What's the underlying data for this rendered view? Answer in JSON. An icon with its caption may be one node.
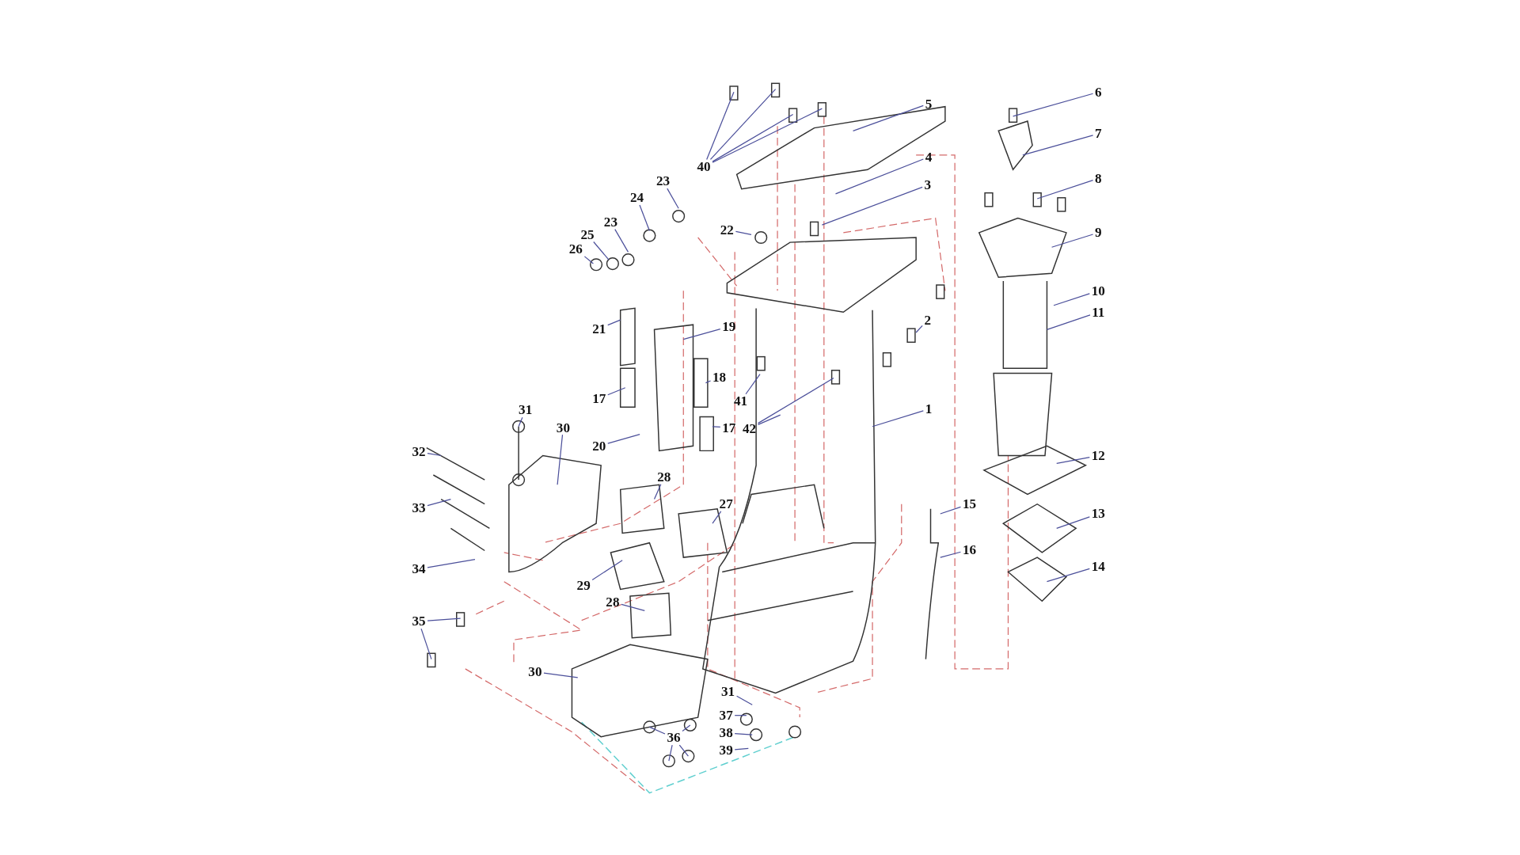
{
  "diagram": {
    "nodes": [
      {
        "text": [
          "40"
        ]
      },
      {
        "text": [
          "5"
        ]
      },
      {
        "text": [
          "4"
        ]
      },
      {
        "text": [
          "3"
        ]
      },
      {
        "text": [
          "6"
        ]
      },
      {
        "text": [
          "7"
        ]
      },
      {
        "text": [
          "8"
        ]
      },
      {
        "text": [
          "23"
        ]
      },
      {
        "text": [
          "24"
        ]
      },
      {
        "text": [
          "23"
        ]
      },
      {
        "text": [
          "25"
        ]
      },
      {
        "text": [
          "26"
        ]
      },
      {
        "text": [
          "22"
        ]
      },
      {
        "text": [
          "9"
        ]
      },
      {
        "text": [
          "10"
        ]
      },
      {
        "text": [
          "11"
        ]
      },
      {
        "text": [
          "2"
        ]
      },
      {
        "text": [
          "21"
        ]
      },
      {
        "text": [
          "19"
        ]
      },
      {
        "text": [
          "18"
        ]
      },
      {
        "text": [
          "17"
        ]
      },
      {
        "text": [
          "41"
        ]
      },
      {
        "text": [
          "1"
        ]
      },
      {
        "text": [
          "31"
        ]
      },
      {
        "text": [
          "30"
        ]
      },
      {
        "text": [
          "17"
        ]
      },
      {
        "text": [
          "42"
        ]
      },
      {
        "text": [
          "20"
        ]
      },
      {
        "text": [
          "32"
        ]
      },
      {
        "text": [
          "12"
        ]
      },
      {
        "text": [
          "28"
        ]
      },
      {
        "text": [
          "15"
        ]
      },
      {
        "text": [
          "27"
        ]
      },
      {
        "text": [
          "33"
        ]
      },
      {
        "text": [
          "13"
        ]
      },
      {
        "text": [
          "16"
        ]
      },
      {
        "text": [
          "14"
        ]
      },
      {
        "text": [
          "34"
        ]
      },
      {
        "text": [
          "29"
        ]
      },
      {
        "text": [
          "28"
        ]
      },
      {
        "text": [
          "35"
        ]
      },
      {
        "text": [
          "30"
        ]
      },
      {
        "text": [
          "31"
        ]
      },
      {
        "text": [
          "37"
        ]
      },
      {
        "text": [
          "38"
        ]
      },
      {
        "text": [
          "36"
        ]
      },
      {
        "text": [
          "39"
        ]
      }
    ],
    "edges": [
      {
        "from": 0,
        "to": null,
        "arrow": "none"
      },
      {
        "from": 0,
        "to": null,
        "arrow": "none"
      },
      {
        "from": 0,
        "to": null,
        "arrow": "none"
      },
      {
        "from": 0,
        "to": null,
        "arrow": "none"
      },
      {
        "from": 1,
        "to": null,
        "arrow": "none"
      },
      {
        "from": 2,
        "to": null,
        "arrow": "none"
      },
      {
        "from": 3,
        "to": null,
        "arrow": "none"
      },
      {
        "from": 4,
        "to": null,
        "arrow": "none"
      },
      {
        "from": 5,
        "to": null,
        "arrow": "none"
      },
      {
        "from": 6,
        "to": null,
        "arrow": "none"
      },
      {
        "from": 7,
        "to": null,
        "arrow": "none"
      },
      {
        "from": 8,
        "to": null,
        "arrow": "none"
      },
      {
        "from": 9,
        "to": null,
        "arrow": "none"
      },
      {
        "from": 10,
        "to": null,
        "arrow": "none"
      },
      {
        "from": 11,
        "to": null,
        "arrow": "none"
      },
      {
        "from": 12,
        "to": null,
        "arrow": "none"
      },
      {
        "from": 13,
        "to": null,
        "arrow": "none"
      },
      {
        "from": 14,
        "to": null,
        "arrow": "none"
      },
      {
        "from": 15,
        "to": null,
        "arrow": "none"
      },
      {
        "from": 16,
        "to": null,
        "arrow": "none"
      },
      {
        "from": 17,
        "to": null,
        "arrow": "none"
      },
      {
        "from": 18,
        "to": null,
        "arrow": "none"
      },
      {
        "from": 19,
        "to": null,
        "arrow": "none"
      },
      {
        "from": 20,
        "to": null,
        "arrow": "none"
      },
      {
        "from": 21,
        "to": null,
        "arrow": "none"
      },
      {
        "from": 22,
        "to": null,
        "arrow": "none"
      },
      {
        "from": 23,
        "to": null,
        "arrow": "none"
      },
      {
        "from": 24,
        "to": null,
        "arrow": "none"
      },
      {
        "from": 25,
        "to": null,
        "arrow": "none"
      },
      {
        "from": 26,
        "to": null,
        "arrow": "none"
      },
      {
        "from": 26,
        "to": null,
        "arrow": "none"
      },
      {
        "from": 27,
        "to": null,
        "arrow": "none"
      },
      {
        "from": 28,
        "to": null,
        "arrow": "none"
      },
      {
        "from": 29,
        "to": null,
        "arrow": "none"
      },
      {
        "from": 30,
        "to": null,
        "arrow": "none"
      },
      {
        "from": 31,
        "to": null,
        "arrow": "none"
      },
      {
        "from": 32,
        "to": null,
        "arrow": "none"
      },
      {
        "from": 33,
        "to": null,
        "arrow": "none"
      },
      {
        "from": 34,
        "to": null,
        "arrow": "none"
      },
      {
        "from": 35,
        "to": null,
        "arrow": "none"
      },
      {
        "from": 36,
        "to": null,
        "arrow": "none"
      },
      {
        "from": 37,
        "to": null,
        "arrow": "none"
      },
      {
        "from": 38,
        "to": null,
        "arrow": "none"
      },
      {
        "from": 39,
        "to": null,
        "arrow": "none"
      },
      {
        "from": 40,
        "to": null,
        "arrow": "none"
      },
      {
        "from": 40,
        "to": null,
        "arrow": "none"
      },
      {
        "from": 41,
        "to": null,
        "arrow": "none"
      },
      {
        "from": 42,
        "to": null,
        "arrow": "none"
      },
      {
        "from": 43,
        "to": null,
        "arrow": "none"
      },
      {
        "from": 44,
        "to": null,
        "arrow": "none"
      },
      {
        "from": 45,
        "to": null,
        "arrow": "none"
      },
      {
        "from": 45,
        "to": null,
        "arrow": "none"
      },
      {
        "from": 45,
        "to": null,
        "arrow": "none"
      },
      {
        "from": 45,
        "to": null,
        "arrow": "none"
      },
      {
        "from": 46,
        "to": null,
        "arrow": "none"
      }
    ]
  }
}
